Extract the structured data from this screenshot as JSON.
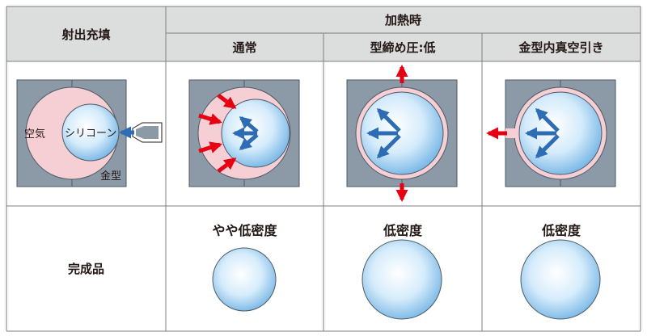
{
  "header": {
    "injection": "射出充填",
    "heating": "加熱時",
    "columns": [
      "通常",
      "型締め圧:低",
      "金型内真空引き"
    ]
  },
  "injection_diagram": {
    "air_label": "空気",
    "silicone_label": "シリコーン",
    "mold_label": "金型"
  },
  "rows": {
    "product_label": "完成品"
  },
  "results": [
    "やや低密度",
    "低密度",
    "低密度"
  ],
  "colors": {
    "header_bg": "#dcdddd",
    "mold": "#8c9aa8",
    "air": "#f6cfd5",
    "silicone": "#b9dcf5",
    "red_arrow": "#e60012",
    "blue_arrow": "#2e6db4"
  }
}
